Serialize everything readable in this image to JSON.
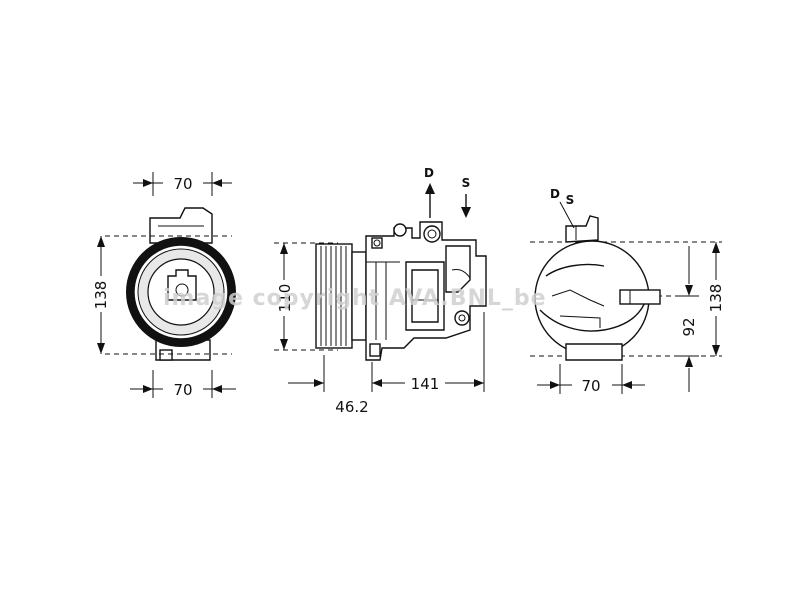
{
  "dimensions": {
    "front_width_top": "70",
    "front_width_bottom": "70",
    "front_height": "138",
    "side_height": "110",
    "side_offset": "46.2",
    "side_length": "141",
    "rear_width": "70",
    "rear_height": "138",
    "rear_port_height": "92"
  },
  "port_labels": {
    "discharge": "D",
    "suction": "S",
    "rear_discharge": "D",
    "rear_suction": "S"
  },
  "watermark": "image copyright AVA.BNL_be"
}
